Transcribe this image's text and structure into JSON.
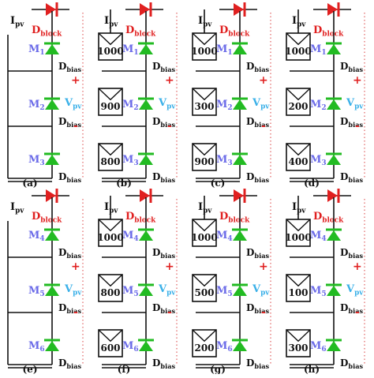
{
  "labels": {
    "ipv_main": "I",
    "ipv_sub": "pv",
    "dblock_main": "D",
    "dblock_sub": "block",
    "dbias_main": "D",
    "dbias_sub": "bias",
    "vpv_main": "V",
    "vpv_sub": "pv",
    "plus": "+",
    "minus": "-"
  },
  "colors": {
    "line": "#111111",
    "diode": "#22bb22",
    "block_diode": "#e02020",
    "module_label": "#6a6ae8",
    "vpv": "#3ab0e8",
    "polarity": "#e02020",
    "dots": "#e06060"
  },
  "panels": [
    {
      "caption": "(a)",
      "modules": [
        {
          "M": "M",
          "sub": "1",
          "irr": ""
        },
        {
          "M": "M",
          "sub": "2",
          "irr": ""
        },
        {
          "M": "M",
          "sub": "3",
          "irr": ""
        }
      ]
    },
    {
      "caption": "(b)",
      "modules": [
        {
          "M": "M",
          "sub": "1",
          "irr": "1000"
        },
        {
          "M": "M",
          "sub": "2",
          "irr": "900"
        },
        {
          "M": "M",
          "sub": "3",
          "irr": "800"
        }
      ]
    },
    {
      "caption": "(c)",
      "modules": [
        {
          "M": "M",
          "sub": "1",
          "irr": "1000"
        },
        {
          "M": "M",
          "sub": "2",
          "irr": "300"
        },
        {
          "M": "M",
          "sub": "3",
          "irr": "900"
        }
      ]
    },
    {
      "caption": "(d)",
      "modules": [
        {
          "M": "M",
          "sub": "1",
          "irr": "1000"
        },
        {
          "M": "M",
          "sub": "2",
          "irr": "200"
        },
        {
          "M": "M",
          "sub": "3",
          "irr": "400"
        }
      ]
    },
    {
      "caption": "(e)",
      "modules": [
        {
          "M": "M",
          "sub": "4",
          "irr": ""
        },
        {
          "M": "M",
          "sub": "5",
          "irr": ""
        },
        {
          "M": "M",
          "sub": "6",
          "irr": ""
        }
      ]
    },
    {
      "caption": "(f)",
      "modules": [
        {
          "M": "M",
          "sub": "4",
          "irr": "1000"
        },
        {
          "M": "M",
          "sub": "5",
          "irr": "800"
        },
        {
          "M": "M",
          "sub": "6",
          "irr": "600"
        }
      ]
    },
    {
      "caption": "(g)",
      "modules": [
        {
          "M": "M",
          "sub": "4",
          "irr": "1000"
        },
        {
          "M": "M",
          "sub": "5",
          "irr": "500"
        },
        {
          "M": "M",
          "sub": "6",
          "irr": "200"
        }
      ]
    },
    {
      "caption": "(h)",
      "modules": [
        {
          "M": "M",
          "sub": "4",
          "irr": "1000"
        },
        {
          "M": "M",
          "sub": "5",
          "irr": "100"
        },
        {
          "M": "M",
          "sub": "6",
          "irr": "300"
        }
      ]
    }
  ]
}
